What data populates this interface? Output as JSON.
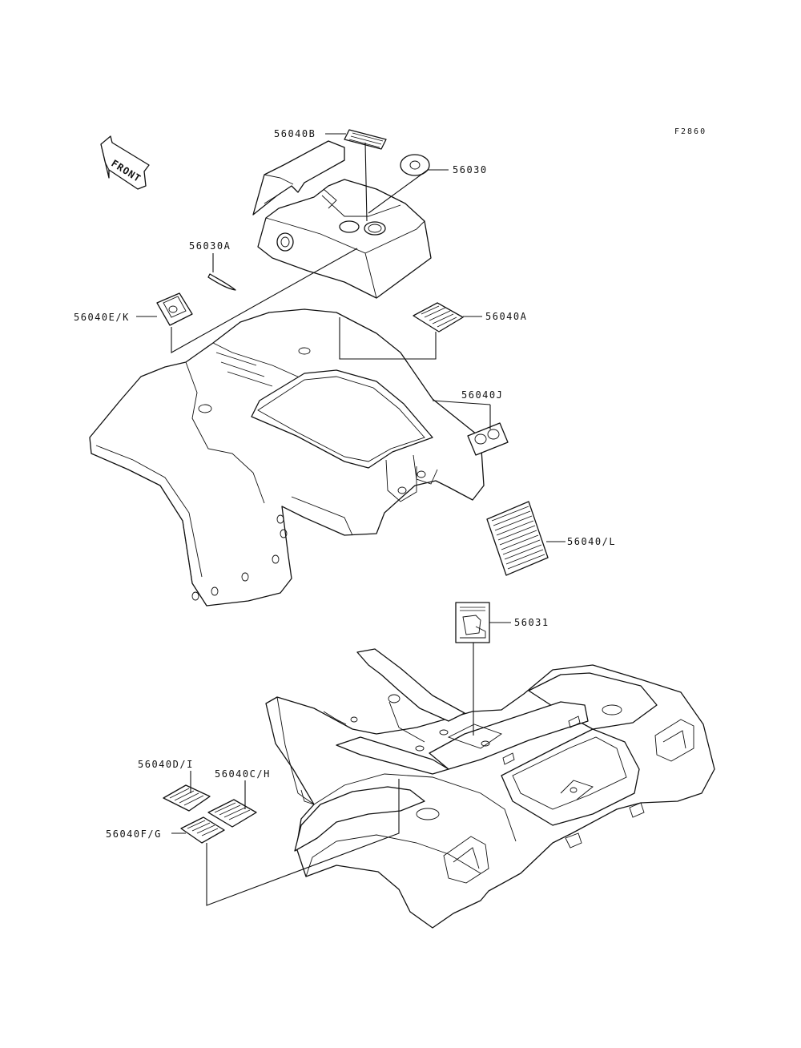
{
  "figure_code": "F2860",
  "front_arrow": {
    "label": "FRONT",
    "icon": "front-arrow-icon"
  },
  "labels": {
    "56040B": "56040B",
    "56030": "56030",
    "56030A": "56030A",
    "56040EK": "56040E/K",
    "56040A": "56040A",
    "56040J": "56040J",
    "56040L": "56040/L",
    "56031": "56031",
    "56040DI": "56040D/I",
    "56040CH": "56040C/H",
    "56040FG": "56040F/G"
  }
}
